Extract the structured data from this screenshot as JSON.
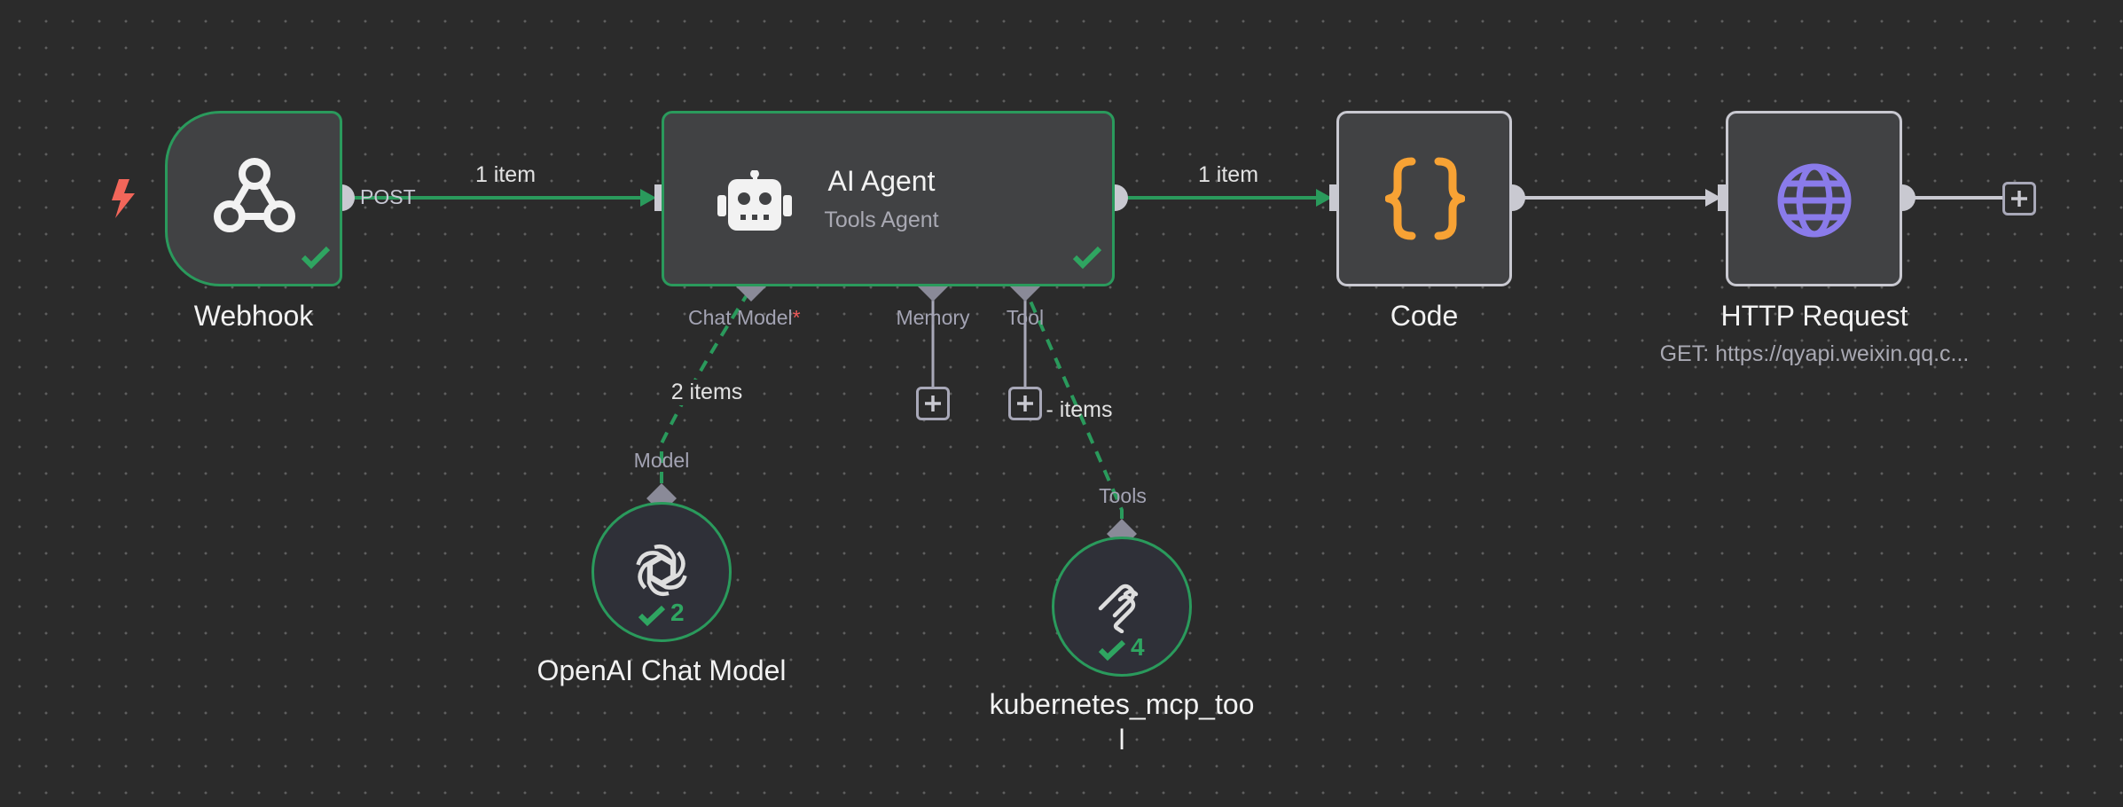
{
  "nodes": {
    "webhook": {
      "name": "Webhook",
      "output_label": "POST",
      "status": "success",
      "icon": "webhook-icon"
    },
    "ai_agent": {
      "name": "AI Agent",
      "subtitle": "Tools Agent",
      "status": "success",
      "icon": "robot-icon",
      "ports": {
        "chat_model": "Chat Model",
        "chat_model_required": "*",
        "memory": "Memory",
        "tool": "Tool"
      }
    },
    "code": {
      "name": "Code",
      "icon": "curly-braces-icon"
    },
    "http_request": {
      "name": "HTTP Request",
      "subtitle": "GET: https://qyapi.weixin.qq.c...",
      "icon": "globe-icon"
    },
    "openai_chat_model": {
      "name": "OpenAI Chat Model",
      "port_label": "Model",
      "run_count": "2",
      "icon": "openai-icon"
    },
    "kubernetes_mcp_tool": {
      "name_line1": "kubernetes_mcp_too",
      "name_line2": "l",
      "port_label": "Tools",
      "run_count": "4",
      "icon": "mcp-icon"
    }
  },
  "edges": {
    "webhook_to_agent": "1 item",
    "agent_to_code": "1 item",
    "model_to_agent": "2 items",
    "tool_to_agent": "- items"
  },
  "trigger_icon": "lightning-icon",
  "colors": {
    "canvas": "#2b2b2b",
    "success": "#2a9a5c",
    "node_fill": "#414244",
    "idle_border": "#c9c9d1",
    "code_icon": "#f7a234",
    "globe_icon": "#8a7bea",
    "trigger_icon": "#f2665a"
  }
}
